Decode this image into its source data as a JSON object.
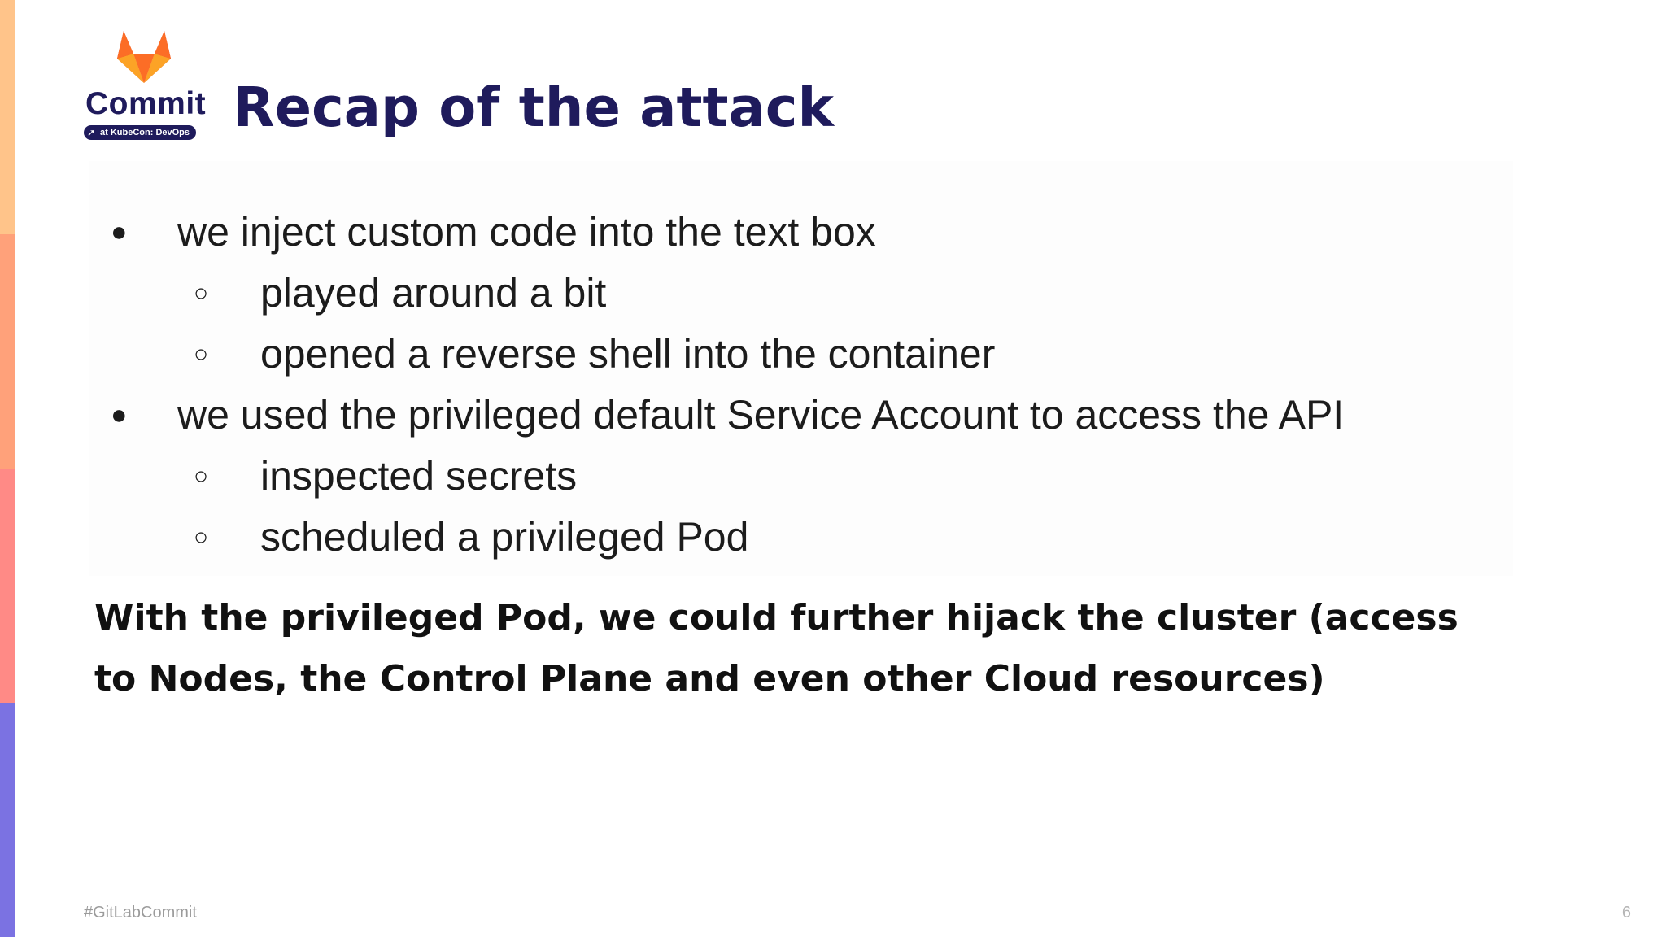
{
  "colors": {
    "title": "#1f1b5c",
    "body_text": "#1c1c1c",
    "footer_text": "#9b9b9b",
    "stripe": [
      "#ffc48a",
      "#ffa17a",
      "#ff8a86",
      "#7b72e2"
    ]
  },
  "logo": {
    "icon": "gitlab-fox-icon",
    "word": "Commit",
    "tagline": "at KubeCon: DevOps"
  },
  "slide": {
    "title": "Recap of the attack",
    "bullets": [
      {
        "level": 1,
        "marker": "●",
        "text": "we inject custom code into the text box"
      },
      {
        "level": 2,
        "marker": "○",
        "text": "played around a bit"
      },
      {
        "level": 2,
        "marker": "○",
        "text": "opened a reverse shell into the container"
      },
      {
        "level": 1,
        "marker": "●",
        "text": "we used the privileged default Service Account to access the API"
      },
      {
        "level": 2,
        "marker": "○",
        "text": "inspected secrets"
      },
      {
        "level": 2,
        "marker": "○",
        "text": "scheduled a privileged Pod"
      }
    ],
    "conclusion": "With the privileged Pod, we could further hijack the cluster (access to Nodes, the Control Plane and even other Cloud resources)"
  },
  "footer": {
    "hashtag": "#GitLabCommit",
    "page_number": "6"
  }
}
